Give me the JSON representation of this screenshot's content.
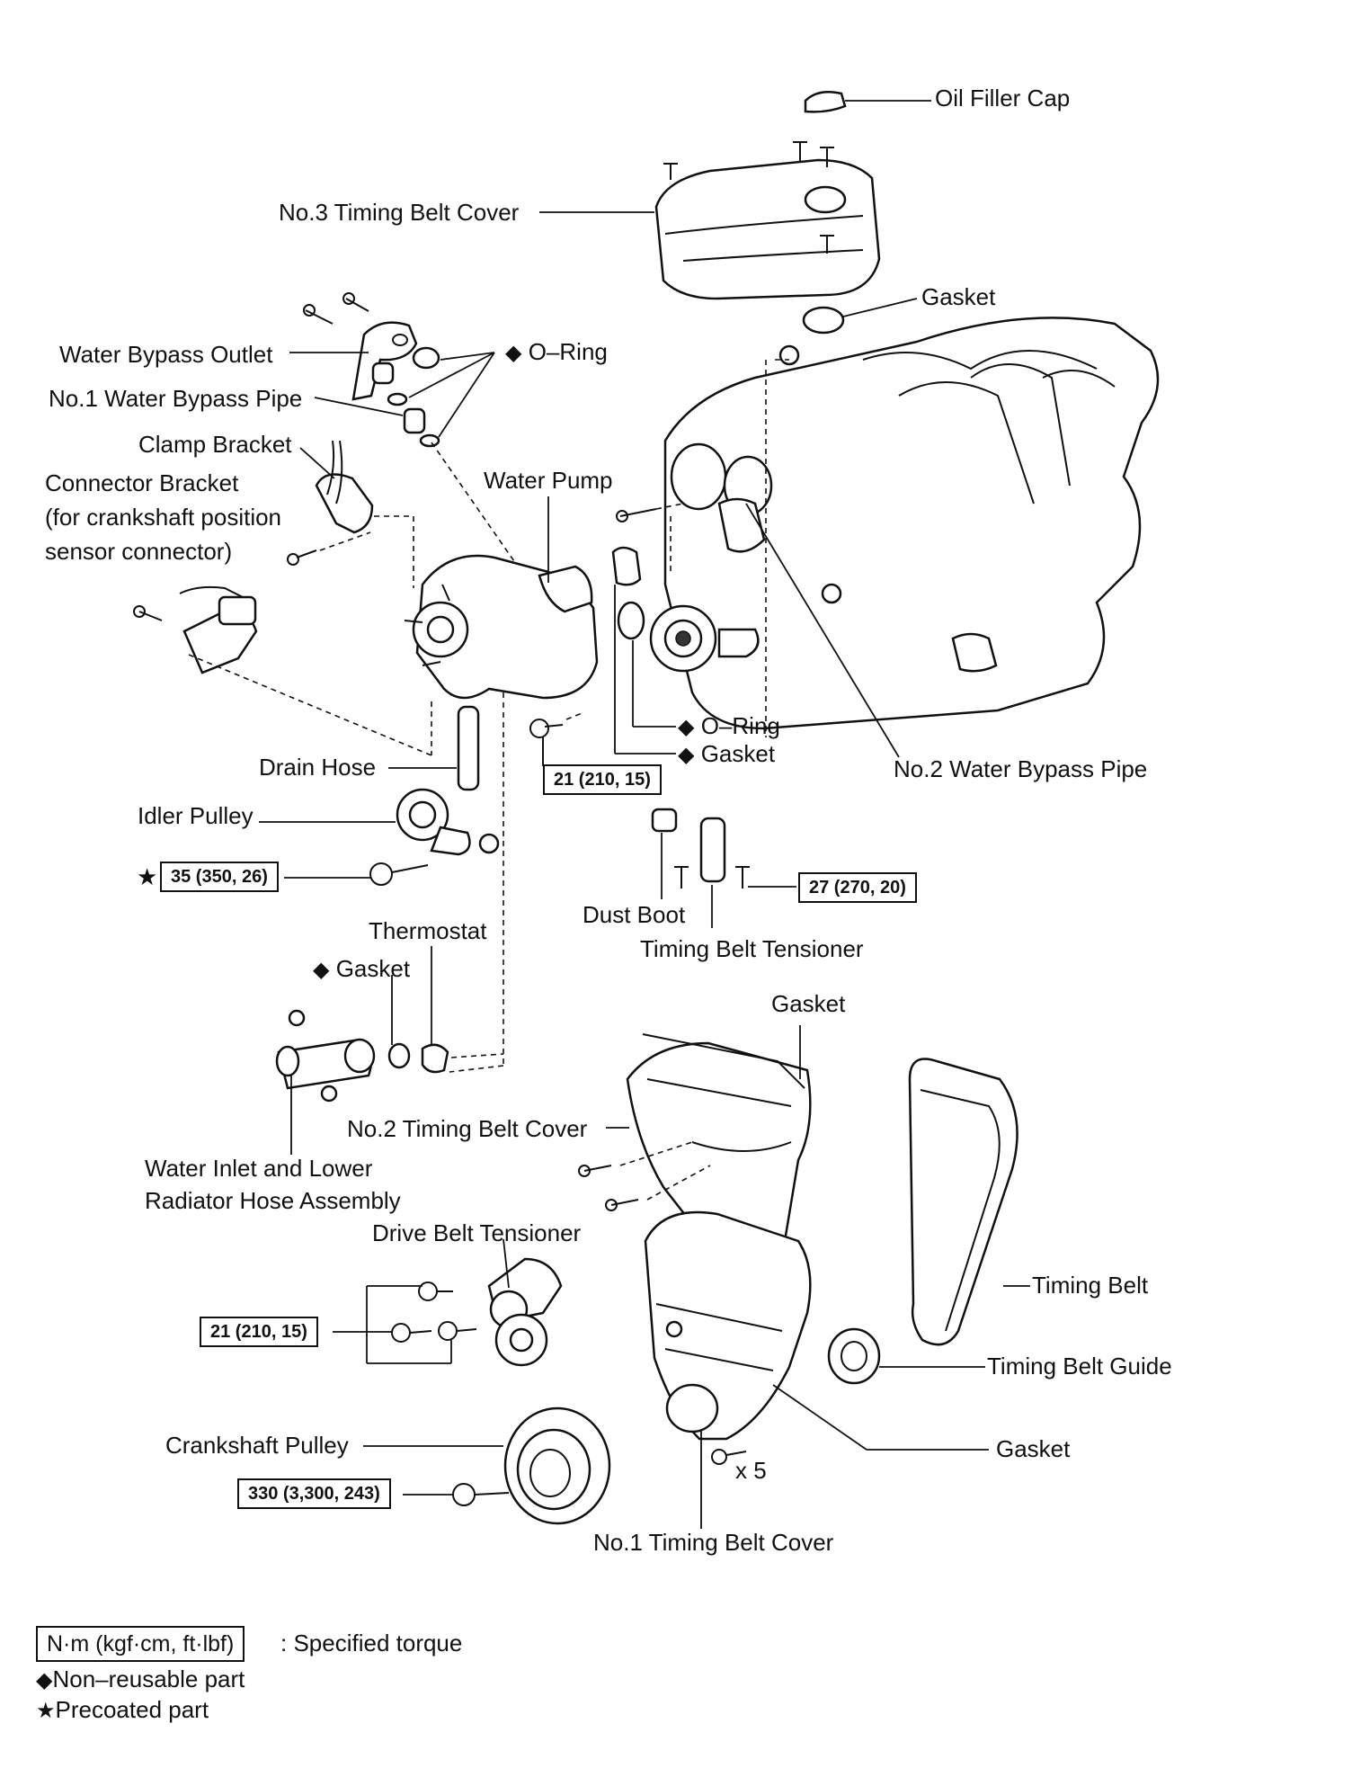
{
  "labels": {
    "oil_filler_cap": "Oil Filler Cap",
    "no3_timing_belt_cover": "No.3 Timing Belt Cover",
    "gasket_top": "Gasket",
    "water_bypass_outlet": "Water Bypass Outlet",
    "o_ring_top": "O–Ring",
    "no1_water_bypass_pipe": "No.1 Water Bypass Pipe",
    "clamp_bracket": "Clamp Bracket",
    "connector_bracket_1": "Connector Bracket",
    "connector_bracket_2": "(for crankshaft position",
    "connector_bracket_3": "sensor connector)",
    "water_pump": "Water Pump",
    "o_ring_mid": "O–Ring",
    "gasket_mid": "Gasket",
    "no2_water_bypass_pipe": "No.2 Water Bypass Pipe",
    "drain_hose": "Drain Hose",
    "idler_pulley": "Idler Pulley",
    "dust_boot": "Dust Boot",
    "timing_belt_tensioner": "Timing Belt Tensioner",
    "thermostat": "Thermostat",
    "gasket_thermostat": "Gasket",
    "gasket_cover": "Gasket",
    "no2_timing_belt_cover": "No.2 Timing Belt Cover",
    "water_inlet_1": "Water Inlet and Lower",
    "water_inlet_2": "Radiator Hose Assembly",
    "drive_belt_tensioner": "Drive Belt Tensioner",
    "timing_belt": "Timing Belt",
    "timing_belt_guide": "Timing Belt Guide",
    "gasket_lower": "Gasket",
    "crankshaft_pulley": "Crankshaft Pulley",
    "x5": "x 5",
    "no1_timing_belt_cover": "No.1 Timing Belt Cover"
  },
  "symbols": {
    "non_reusable": "◆",
    "precoated": "★"
  },
  "torques": {
    "water_pump_bolt": "21 (210, 15)",
    "idler_pulley_bolt": "35 (350, 26)",
    "tensioner_bolt": "27 (270, 20)",
    "drive_belt_tensioner_bolt": "21 (210, 15)",
    "crankshaft_pulley_bolt": "330 (3,300, 243)"
  },
  "legend": {
    "torque_unit": "N·m (kgf·cm, ft·lbf)",
    "torque_desc": ": Specified torque",
    "non_reusable": "Non–reusable part",
    "precoated": "Precoated part"
  }
}
